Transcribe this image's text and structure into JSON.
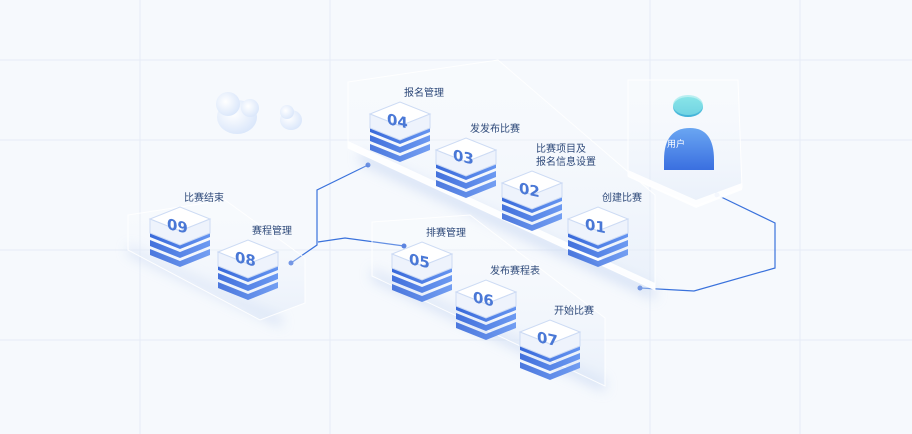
{
  "user": {
    "label": "用户"
  },
  "groups": {
    "top": [
      {
        "num": "04",
        "label_lines": [
          "报名管理"
        ]
      },
      {
        "num": "03",
        "label_lines": [
          "发发布比赛"
        ]
      },
      {
        "num": "02",
        "label_lines": [
          "比赛项目及",
          "报名信息设置"
        ]
      },
      {
        "num": "01",
        "label_lines": [
          "创建比赛"
        ]
      }
    ],
    "middle": [
      {
        "num": "05",
        "label_lines": [
          "排赛管理"
        ]
      },
      {
        "num": "06",
        "label_lines": [
          "发布赛程表"
        ]
      },
      {
        "num": "07",
        "label_lines": [
          "开始比赛"
        ]
      }
    ],
    "left": [
      {
        "num": "09",
        "label_lines": [
          "比赛结束"
        ]
      },
      {
        "num": "08",
        "label_lines": [
          "赛程管理"
        ]
      }
    ]
  }
}
